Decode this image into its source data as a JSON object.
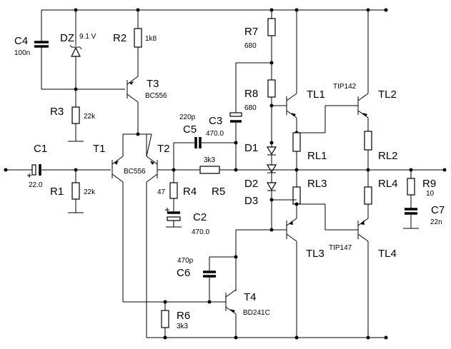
{
  "labels": {
    "C4": "C4",
    "C4v": "100n",
    "DZ": "DZ",
    "DZv": "9.1 V",
    "R2": "R2",
    "R2v": "1k8",
    "T3": "T3",
    "T3v": "BC556",
    "R3": "R3",
    "R3v": "22k",
    "R7": "R7",
    "R7v": "680",
    "R8": "R8",
    "R8v": "680",
    "TL1": "TL1",
    "TL2": "TL2",
    "TIP142": "TIP142",
    "C5": "C5",
    "C5v": "220p",
    "C3": "C3",
    "C3v": "470.0",
    "D1": "D1",
    "D2": "D2",
    "D3": "D3",
    "RL1": "RL1",
    "RL2": "RL2",
    "RL3": "RL3",
    "RL4": "RL4",
    "C1": "C1",
    "C1v": "22.0",
    "T1": "T1",
    "T2": "T2",
    "BC556b": "BC556",
    "R1": "R1",
    "R1v": "22k",
    "R5v": "3k3",
    "R4": "R4",
    "R4v": "47",
    "R5": "R5",
    "C2": "C2",
    "C2v": "470.0",
    "R9": "R9",
    "R9v": "10",
    "C7": "C7",
    "C7v": "22n",
    "TL3": "TL3",
    "TL4": "TL4",
    "TIP147": "TIP147",
    "C6": "C6",
    "C6v": "470p",
    "T4": "T4",
    "T4v": "BD241C",
    "R6": "R6",
    "R6v": "3k3"
  }
}
